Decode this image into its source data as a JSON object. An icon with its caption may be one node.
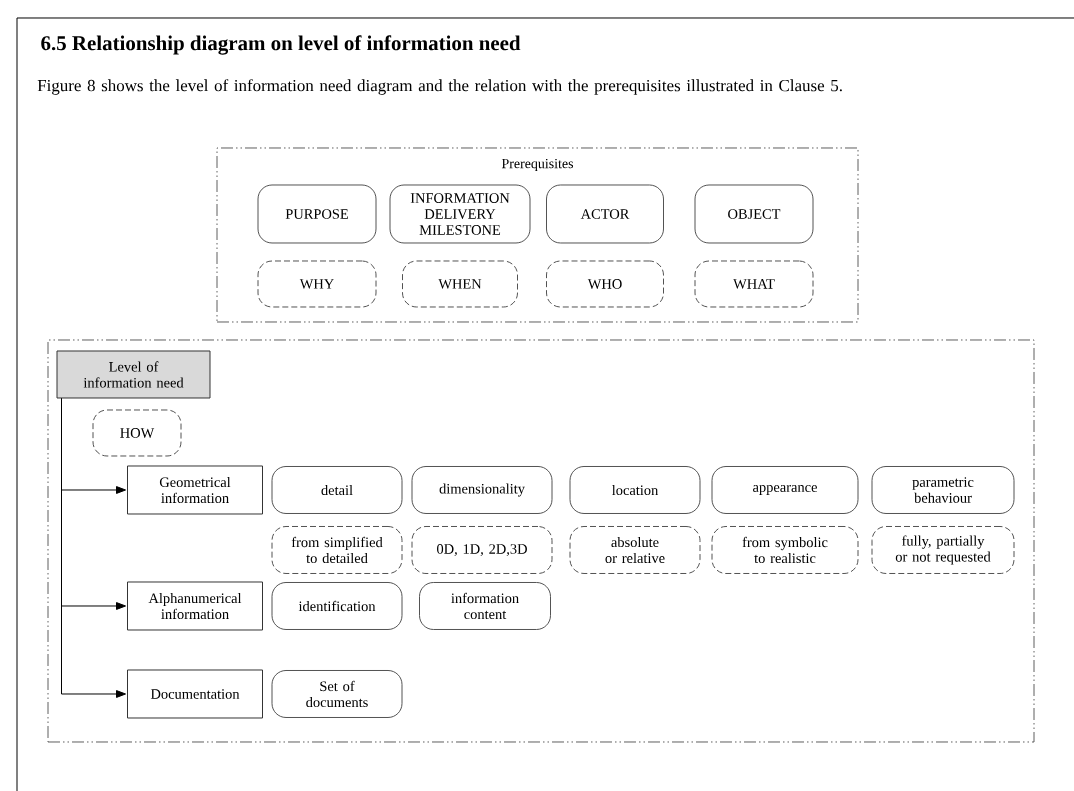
{
  "diagram": {
    "title": "6.5 Relationship diagram on level of information need",
    "nodes": [
      {
        "text": [
          "Prerequisites"
        ]
      },
      {
        "text": [
          "PURPOSE"
        ],
        "in": 0
      },
      {
        "text": [
          "INFORMATION DELIVERY MILESTONE"
        ],
        "in": 0
      },
      {
        "text": [
          "ACTOR"
        ],
        "in": 0
      },
      {
        "text": [
          "OBJECT"
        ],
        "in": 0
      },
      {
        "text": [
          "WHY"
        ],
        "in": 0
      },
      {
        "text": [
          "WHEN"
        ],
        "in": 0
      },
      {
        "text": [
          "WHO"
        ],
        "in": 0
      },
      {
        "text": [
          "WHAT"
        ],
        "in": 0
      },
      {
        "text": [],
        "shape": "box"
      },
      {
        "text": [
          "Level of information need"
        ],
        "in": 9
      },
      {
        "text": [
          "HOW"
        ],
        "in": 9
      },
      {
        "text": [
          "Geometrical information"
        ],
        "in": 9
      },
      {
        "text": [
          "detail"
        ],
        "in": 9
      },
      {
        "text": [
          "dimensionality"
        ],
        "in": 9
      },
      {
        "text": [
          "location"
        ],
        "in": 9
      },
      {
        "text": [
          "appearance"
        ],
        "in": 9
      },
      {
        "text": [
          "parametric behaviour"
        ],
        "in": 9
      },
      {
        "text": [
          "from simplified to detailed"
        ],
        "in": 9
      },
      {
        "text": [
          "0D, 1D, 2D,3D"
        ],
        "in": 9
      },
      {
        "text": [
          "absolute or relative"
        ],
        "in": 9
      },
      {
        "text": [
          "from symbolic to realistic"
        ],
        "in": 9
      },
      {
        "text": [
          "fully, partially or not requested"
        ],
        "in": 9
      },
      {
        "text": [
          "Alphanumerical information"
        ],
        "in": 9
      },
      {
        "text": [
          "identification"
        ],
        "in": 9
      },
      {
        "text": [
          "information content"
        ],
        "in": 9
      },
      {
        "text": [
          "Documentation"
        ],
        "in": 9
      },
      {
        "text": [
          "Set of documents"
        ],
        "in": 9
      }
    ],
    "edges": [
      {
        "from": 10,
        "to": 12,
        "arrow": "to"
      },
      {
        "from": 10,
        "to": 23,
        "arrow": "to"
      },
      {
        "from": 10,
        "to": 26,
        "arrow": "to"
      }
    ],
    "labels": [
      "Figure 8 shows the level of information need diagram and the relation with the prerequisites illustrated in Clause 5."
    ]
  }
}
